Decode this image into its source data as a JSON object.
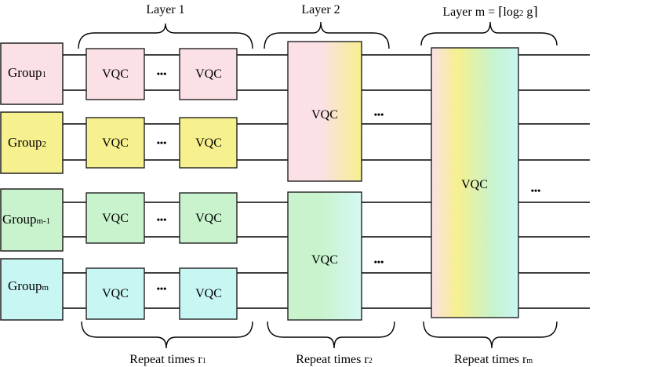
{
  "layers": {
    "layer1": {
      "label": "Layer 1"
    },
    "layer2": {
      "label": "Layer 2"
    },
    "layerm": {
      "label_prefix": "Layer m = ⌈log",
      "label_sub": "2",
      "label_suffix": " g⌉"
    }
  },
  "groups": [
    {
      "base": "Group",
      "sub": "1",
      "color": "#fbe0e6"
    },
    {
      "base": "Group",
      "sub": "2",
      "color": "#f6f08e"
    },
    {
      "base": "Group",
      "sub": "m-1",
      "color": "#c8f3cd"
    },
    {
      "base": "Group",
      "sub": "m",
      "color": "#c8f6f3"
    }
  ],
  "vqc_label": "VQC",
  "ellipsis": "•••",
  "repeat": {
    "r1": {
      "prefix": "Repeat times r",
      "sub": "1"
    },
    "r2": {
      "prefix": "Repeat times r",
      "sub": "2"
    },
    "rm": {
      "prefix": "Repeat times r",
      "sub": "m"
    }
  },
  "colors": {
    "pink": "#fbe0e6",
    "yellow": "#f6f08e",
    "green": "#c8f3cd",
    "cyan": "#c8f6f3",
    "line": "#000000",
    "box_border": "#222222"
  }
}
